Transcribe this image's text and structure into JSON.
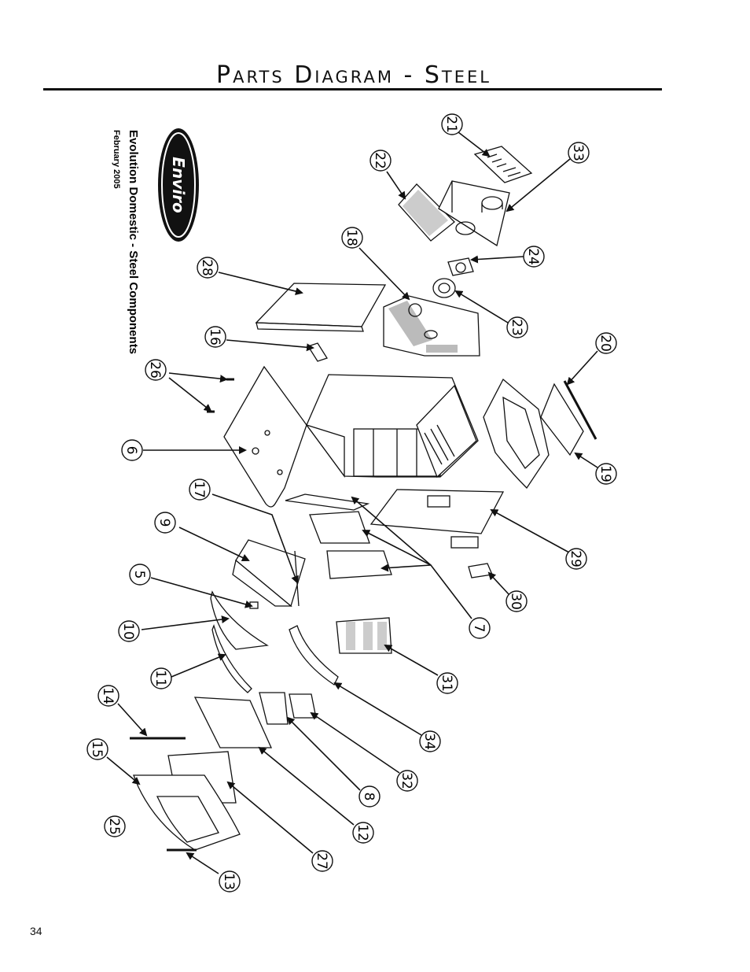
{
  "page": {
    "title": "Parts Diagram - Steel",
    "page_number": "34"
  },
  "caption": {
    "product": "Evolution Domestic - Steel Components",
    "date": "February 2005",
    "logo": "Enviro"
  },
  "callouts": [
    "21",
    "22",
    "33",
    "18",
    "24",
    "28",
    "23",
    "16",
    "20",
    "26",
    "6",
    "19",
    "17",
    "9",
    "29",
    "5",
    "30",
    "10",
    "7",
    "31",
    "11",
    "14",
    "34",
    "15",
    "32",
    "8",
    "25",
    "12",
    "27",
    "13"
  ]
}
